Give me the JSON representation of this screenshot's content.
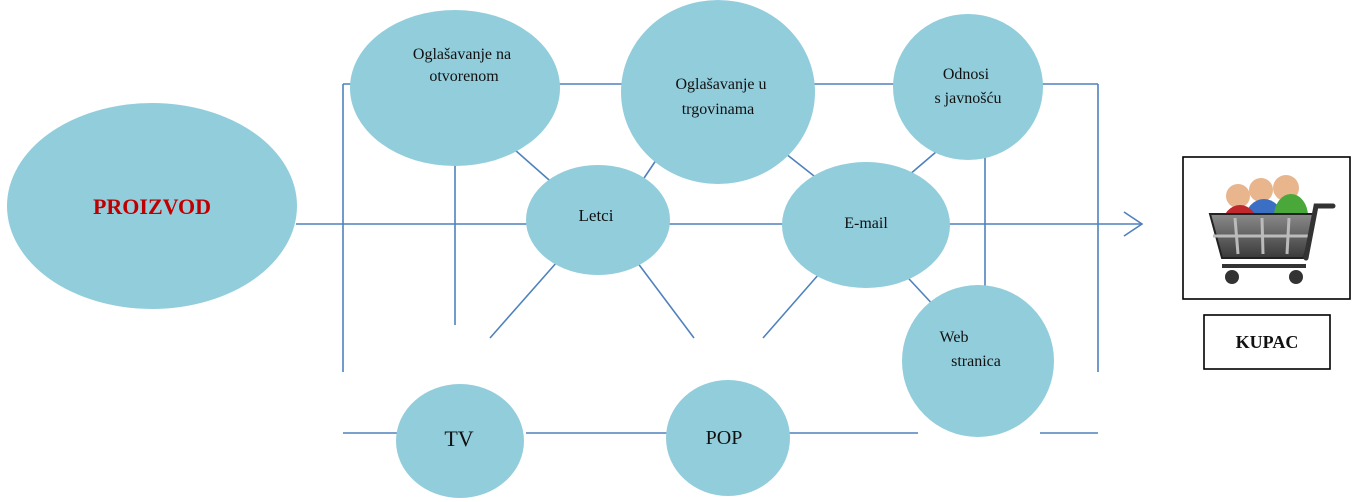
{
  "colors": {
    "node_fill": "#92cddc",
    "connector": "#4f81bd",
    "product_text": "#c00000",
    "text": "#111111",
    "box_border": "#000000"
  },
  "nodes": {
    "product": {
      "label": "PROIZVOD"
    },
    "outdoor_ads": {
      "label_lines": [
        "Oglašavanje na",
        "otvorenom"
      ]
    },
    "store_ads": {
      "label_lines": [
        "Oglašavanje u",
        "trgovinama"
      ]
    },
    "pr": {
      "label_lines": [
        "Odnosi",
        "s javnošću"
      ]
    },
    "flyers": {
      "label": "Letci"
    },
    "email": {
      "label": "E-mail"
    },
    "website": {
      "label_lines": [
        "Web",
        "stranica"
      ]
    },
    "tv": {
      "label": "TV"
    },
    "pop": {
      "label": "POP"
    }
  },
  "customer": {
    "icon": "shopping-cart-with-people-icon",
    "label": "KUPAC"
  }
}
